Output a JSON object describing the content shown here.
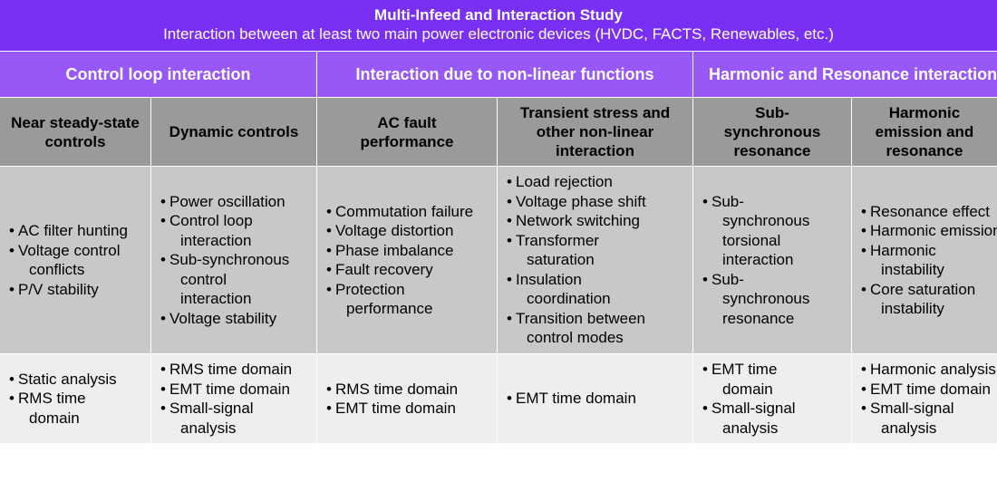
{
  "title": {
    "main": "Multi-Infeed and Interaction Study",
    "sub": "Interaction between at least two main power electronic devices (HVDC, FACTS, Renewables, etc.)"
  },
  "groups": [
    "Control loop interaction",
    "Interaction due to non-linear functions",
    "Harmonic and Resonance interaction"
  ],
  "columns": [
    "Near steady-state controls",
    "Dynamic controls",
    "AC fault performance",
    "Transient stress and other non-linear interaction",
    "Sub-synchronous resonance",
    "Harmonic emission and resonance"
  ],
  "phenomena": [
    [
      "AC filter hunting",
      "Voltage control conflicts",
      "P/V stability"
    ],
    [
      "Power oscillation",
      "Control loop interaction",
      "Sub-synchronous control interaction",
      "Voltage stability"
    ],
    [
      "Commutation failure",
      "Voltage distortion",
      "Phase imbalance",
      "Fault recovery",
      "Protection performance"
    ],
    [
      "Load rejection",
      "Voltage phase shift",
      "Network switching",
      "Transformer saturation",
      "Insulation coordination",
      "Transition between control modes"
    ],
    [
      "Sub-synchronous torsional interaction",
      "Sub-synchronous resonance"
    ],
    [
      "Resonance effect",
      "Harmonic emission",
      "Harmonic instability",
      "Core saturation instability"
    ]
  ],
  "methods": [
    [
      "Static analysis",
      "RMS time domain"
    ],
    [
      "RMS time domain",
      "EMT time domain",
      "Small-signal analysis"
    ],
    [
      "RMS time domain",
      "EMT time domain"
    ],
    [
      "EMT time domain"
    ],
    [
      "EMT time domain",
      "Small-signal analysis"
    ],
    [
      "Harmonic analysis",
      "EMT time domain",
      "Small-signal analysis"
    ]
  ]
}
